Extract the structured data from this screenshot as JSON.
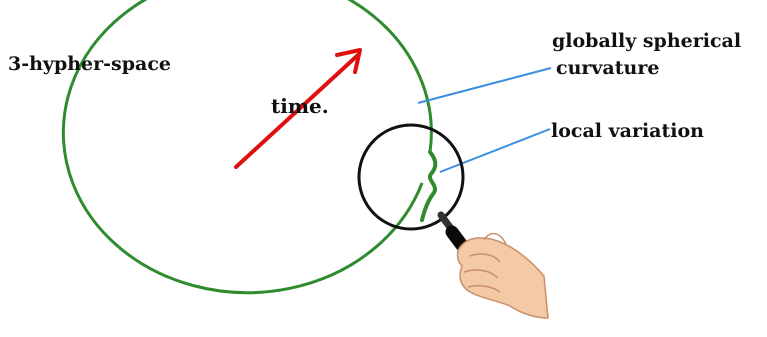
{
  "labels": {
    "space": "3-hypher-space",
    "time": "time.",
    "global_line1": "globally spherical",
    "global_line2": "curvature",
    "local": "local variation"
  },
  "colors": {
    "sphere": "#2e8b2e",
    "time_arrow": "#e01010",
    "leader_lines": "#3a8fe0",
    "magnifier_ring": "#111111",
    "text": "#111111",
    "skin": "#f3c9a6"
  },
  "icons": {
    "magnifier": "magnifying-glass-icon",
    "hand": "hand-icon"
  }
}
